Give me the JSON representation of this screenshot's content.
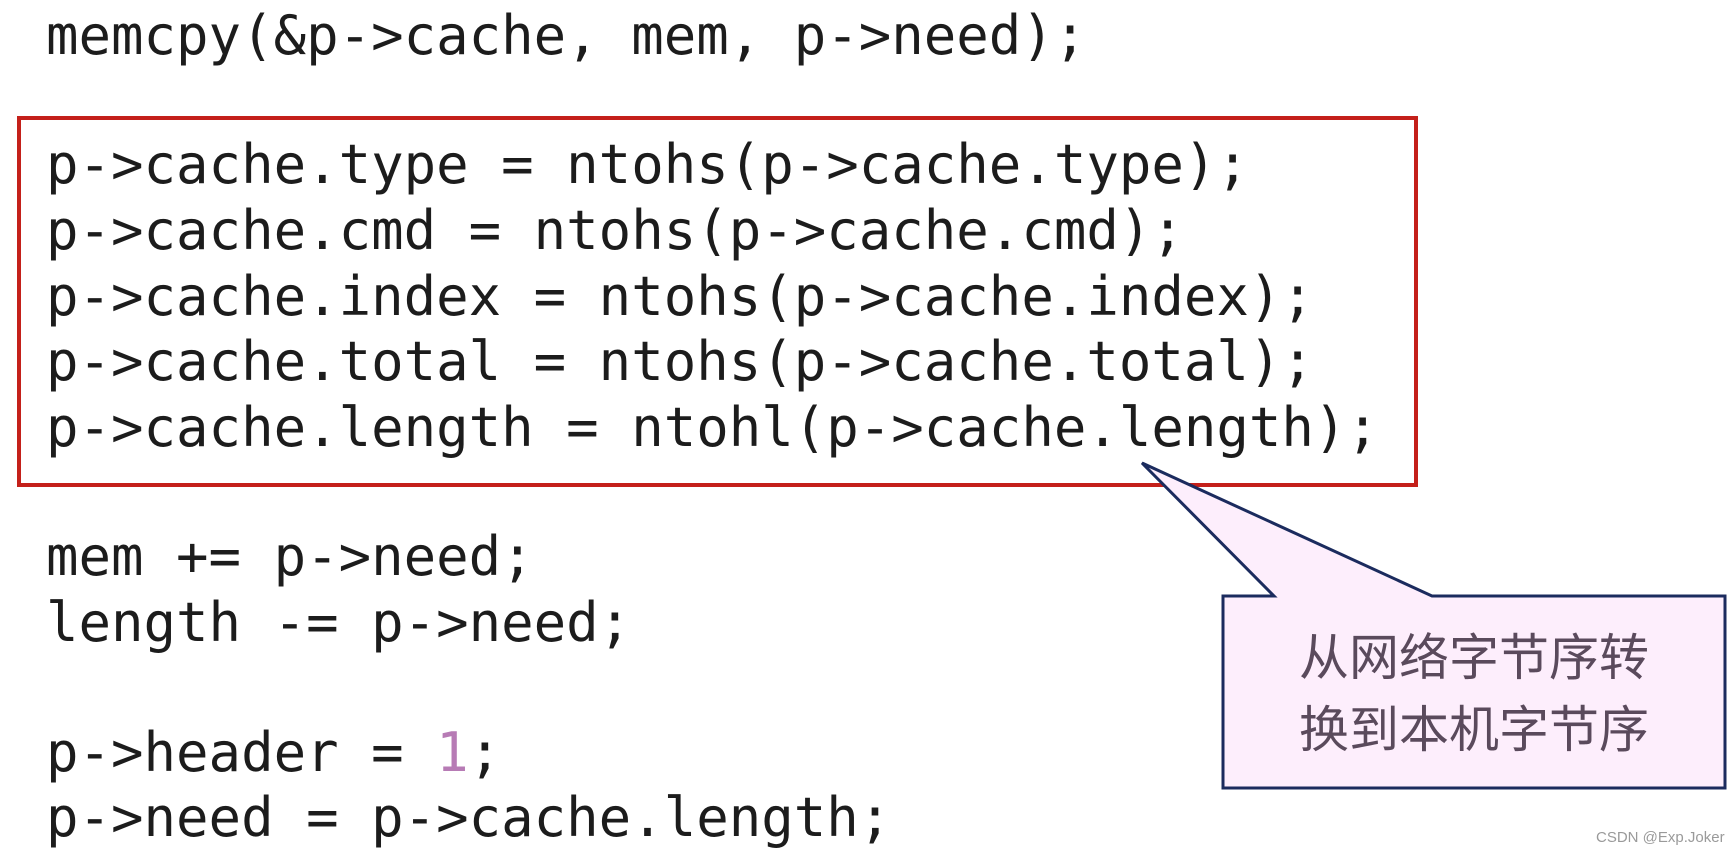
{
  "code": {
    "line_memcpy": "memcpy(&p->cache, mem, p->need);",
    "line_type": "p->cache.type = ntohs(p->cache.type);",
    "line_cmd": "p->cache.cmd = ntohs(p->cache.cmd);",
    "line_index": "p->cache.index = ntohs(p->cache.index);",
    "line_total": "p->cache.total = ntohs(p->cache.total);",
    "line_length": "p->cache.length = ntohl(p->cache.length);",
    "line_mem": "mem += p->need;",
    "line_len": "length -= p->need;",
    "line_header_prefix": "p->header = ",
    "line_header_value": "1",
    "line_header_suffix": ";",
    "line_need": "p->need = p->cache.length;"
  },
  "callout": {
    "line1": "从网络字节序转",
    "line2": "换到本机字节序"
  },
  "watermark": "CSDN @Exp.Joker",
  "colors": {
    "highlight_border": "#c4201a",
    "callout_fill": "#fdeefc",
    "callout_border": "#1b2b5e",
    "number_literal": "#b77bb5"
  }
}
